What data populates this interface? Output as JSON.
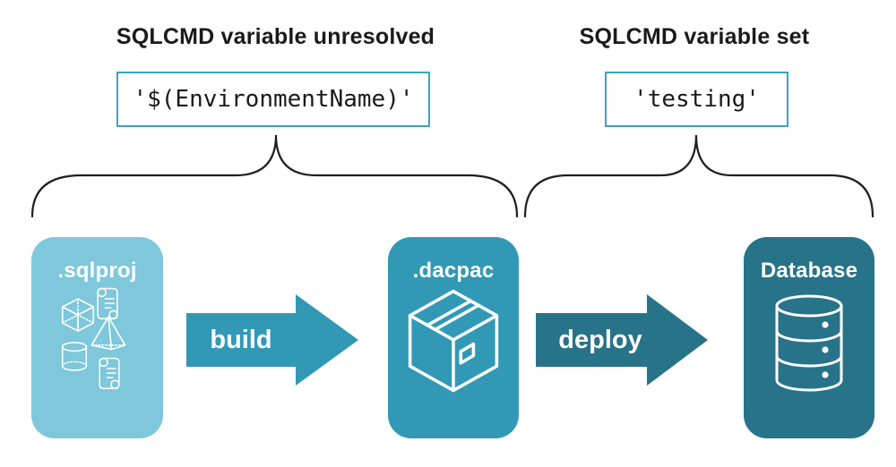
{
  "colors": {
    "teal-light": "#7FC7DB",
    "teal-mid": "#3199B6",
    "teal-dark": "#277389",
    "code-border": "#3BA4C2",
    "ink": "#1A1A1A"
  },
  "annotations": {
    "left": {
      "heading": "SQLCMD variable unresolved",
      "code": "'$(EnvironmentName)'"
    },
    "right": {
      "heading": "SQLCMD variable set",
      "code": "'testing'"
    }
  },
  "pipeline": {
    "stages": [
      {
        "label": ".sqlproj",
        "icons": [
          "cube-icon",
          "scroll-icon",
          "pyramid-icon",
          "cylinder-icon",
          "scroll-icon"
        ]
      },
      {
        "label": ".dacpac",
        "icons": [
          "package-icon"
        ]
      },
      {
        "label": "Database",
        "icons": [
          "database-icon"
        ]
      }
    ],
    "arrows": [
      {
        "label": "build"
      },
      {
        "label": "deploy"
      }
    ]
  }
}
